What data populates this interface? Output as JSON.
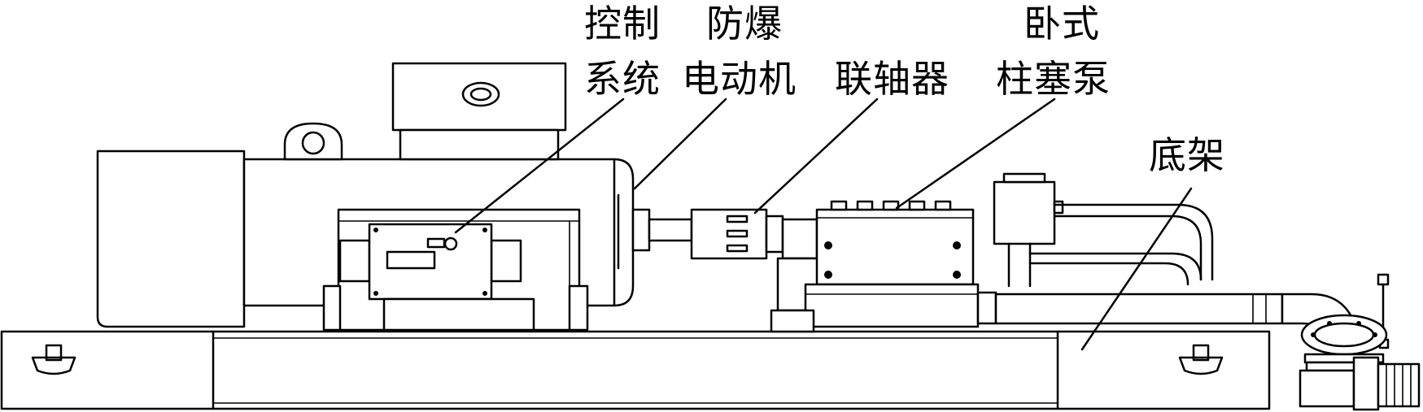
{
  "labels": {
    "control_line1": "控制",
    "control_line2": "系统",
    "motor_line1": "防爆",
    "motor_line2": "电动机",
    "coupling": "联轴器",
    "pump_line1": "卧式",
    "pump_line2": "柱塞泵",
    "frame": "底架"
  }
}
